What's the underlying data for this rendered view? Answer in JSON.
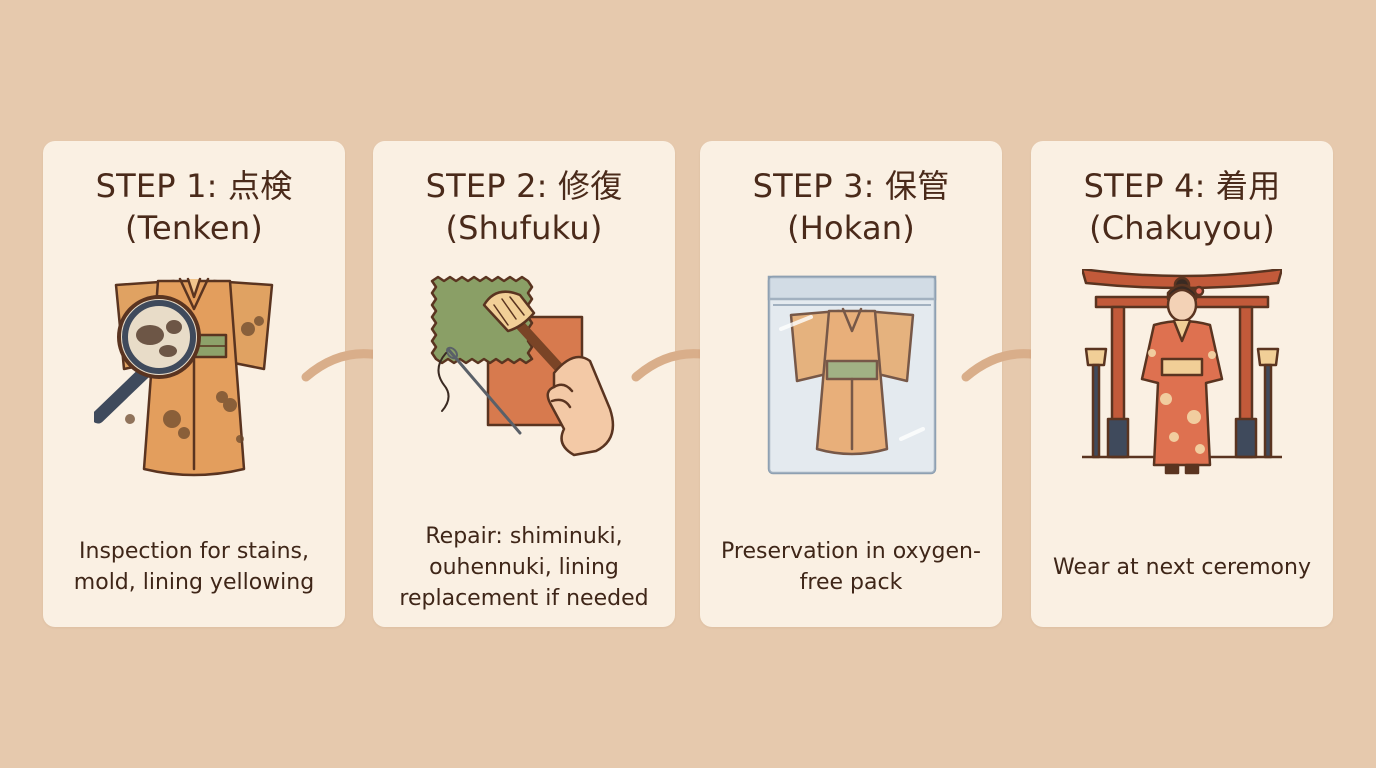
{
  "steps": [
    {
      "title": "STEP 1: 点検",
      "subtitle": "(Tenken)",
      "description": "Inspection for stains, mold, lining yellowing"
    },
    {
      "title": "STEP 2: 修復",
      "subtitle": "(Shufuku)",
      "description": "Repair: shiminuki, ouhennuki, lining replacement if needed"
    },
    {
      "title": "STEP 3: 保管",
      "subtitle": "(Hokan)",
      "description": "Preservation in oxygen-free pack"
    },
    {
      "title": "STEP 4: 着用",
      "subtitle": "(Chakuyou)",
      "description": "Wear at next ceremony"
    }
  ],
  "icons": {
    "step1": "magnifying-glass-kimono-icon",
    "step2": "brush-needle-fabric-icon",
    "step3": "vacuum-pack-kimono-icon",
    "step4": "torii-woman-kimono-icon",
    "connector": "arrow-right-icon"
  },
  "colors": {
    "background": "#e6c9ad",
    "card": "#faf0e3",
    "text": "#4a2a1a",
    "arrow": "#d9ae8a"
  }
}
